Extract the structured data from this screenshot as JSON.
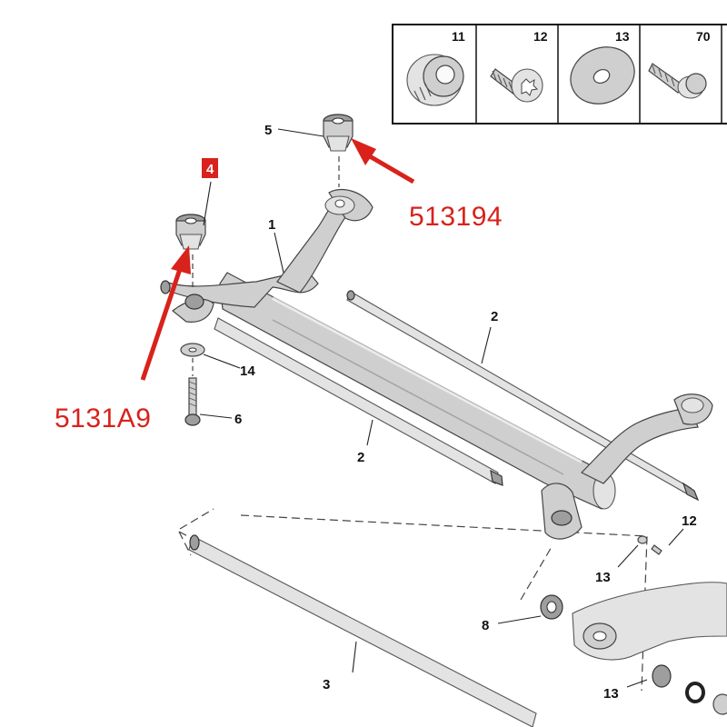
{
  "legend": {
    "cells": [
      {
        "number": "11",
        "icon": "plug-screw-icon"
      },
      {
        "number": "12",
        "icon": "torx-bolt-icon"
      },
      {
        "number": "13",
        "icon": "washer-icon"
      },
      {
        "number": "70",
        "icon": "flange-bolt-icon"
      }
    ]
  },
  "callouts": {
    "c1": "1",
    "c2a": "2",
    "c2b": "2",
    "c3": "3",
    "c4": "4",
    "c5": "5",
    "c6": "6",
    "c8": "8",
    "c12": "12",
    "c13a": "13",
    "c13b": "13",
    "c14": "14"
  },
  "references": {
    "front_bushing": "513194",
    "rear_bushing": "5131A9"
  },
  "colors": {
    "accent_red": "#d8221b",
    "metal": "#cfcfcf",
    "outline": "#333333"
  }
}
